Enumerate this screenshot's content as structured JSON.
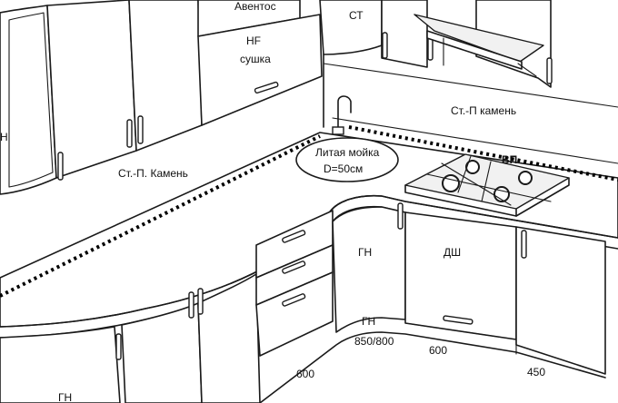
{
  "labels": {
    "aventos": "Авентос",
    "st": "СТ",
    "hf": "HF",
    "sushka": "сушка",
    "n_left": "Н",
    "stone_right": "Ст.-П камень",
    "sink_line1": "Литая мойка",
    "sink_line2": "D=50см",
    "stone_left": "Ст.-П. Камень",
    "vp": "ВП",
    "gn_corner": "ГН",
    "dsh": "ДШ",
    "gn_bottom": "ГН",
    "gn_left": "ГН"
  },
  "dimensions": {
    "corner": "850/800",
    "left_600": "600",
    "mid_600": "600",
    "right_450": "450"
  }
}
